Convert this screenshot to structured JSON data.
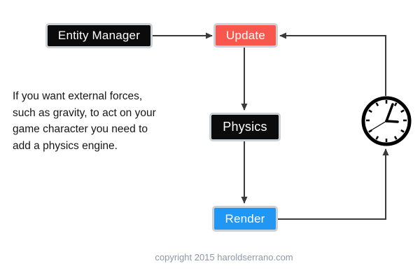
{
  "diagram": {
    "title_hint": "game loop with physics engine flow diagram",
    "nodes": [
      {
        "id": "entity-manager",
        "label": "Entity Manager",
        "style": "black"
      },
      {
        "id": "update",
        "label": "Update",
        "style": "red"
      },
      {
        "id": "physics",
        "label": "Physics",
        "style": "black"
      },
      {
        "id": "render",
        "label": "Render",
        "style": "blue"
      }
    ],
    "edges": [
      {
        "from": "entity-manager",
        "to": "update"
      },
      {
        "from": "update",
        "to": "physics"
      },
      {
        "from": "physics",
        "to": "render"
      },
      {
        "from": "render",
        "to": "clock"
      },
      {
        "from": "clock",
        "to": "update"
      }
    ],
    "icons": [
      {
        "name": "clock-icon",
        "meaning": "game loop timer / frame tick"
      }
    ]
  },
  "note": {
    "lines": [
      "If you want external forces,",
      "such as gravity, to act on your",
      "game character you need to",
      "add a physics engine."
    ]
  },
  "footer": {
    "copyright": "copyright 2015 haroldserrano.com"
  },
  "colors": {
    "background": "#ffffff",
    "node-black": "#0b0b0b",
    "node-red": "#f8574d",
    "node-blue": "#2196f3",
    "node-border": "#ccd1d6",
    "node-text": "#ffffff",
    "arrow": "#3a3a3a",
    "clock": "#000000",
    "note-text": "#161616",
    "copyright-text": "#8e99a4"
  }
}
